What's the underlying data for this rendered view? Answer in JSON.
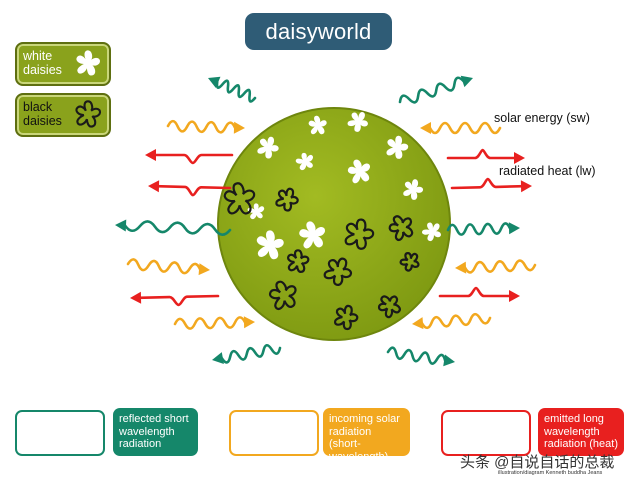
{
  "title": "daisyworld",
  "legend": {
    "white": {
      "label": "white\ndaisies",
      "icon": "white-daisy-icon"
    },
    "black": {
      "label": "black\ndaisies",
      "icon": "black-daisy-icon"
    }
  },
  "side_labels": {
    "solar": "solar energy (sw)",
    "radiated": "radiated heat (lw)"
  },
  "key": [
    {
      "label": "reflected short\nwavelength\nradiation",
      "color": "#15876a",
      "icon": "reflected-wave-arrow-icon"
    },
    {
      "label": "incoming solar\nradiation (short-\nwavelength)",
      "color": "#f2a81f",
      "icon": "incoming-wave-arrow-icon"
    },
    {
      "label": "emitted long\nwavelength\nradiation (heat)",
      "color": "#e8201f",
      "icon": "emitted-wave-arrow-icon"
    }
  ],
  "colors": {
    "planet": "#8ea918",
    "planet_edge": "#6e860d",
    "title_bg": "#2f5c76",
    "reflected": "#15876a",
    "incoming": "#f2a81f",
    "emitted": "#e8201f"
  },
  "watermark": "头条 @自说自话的总裁",
  "credit": "illustration/diagram Kenneth buddha Jeans"
}
